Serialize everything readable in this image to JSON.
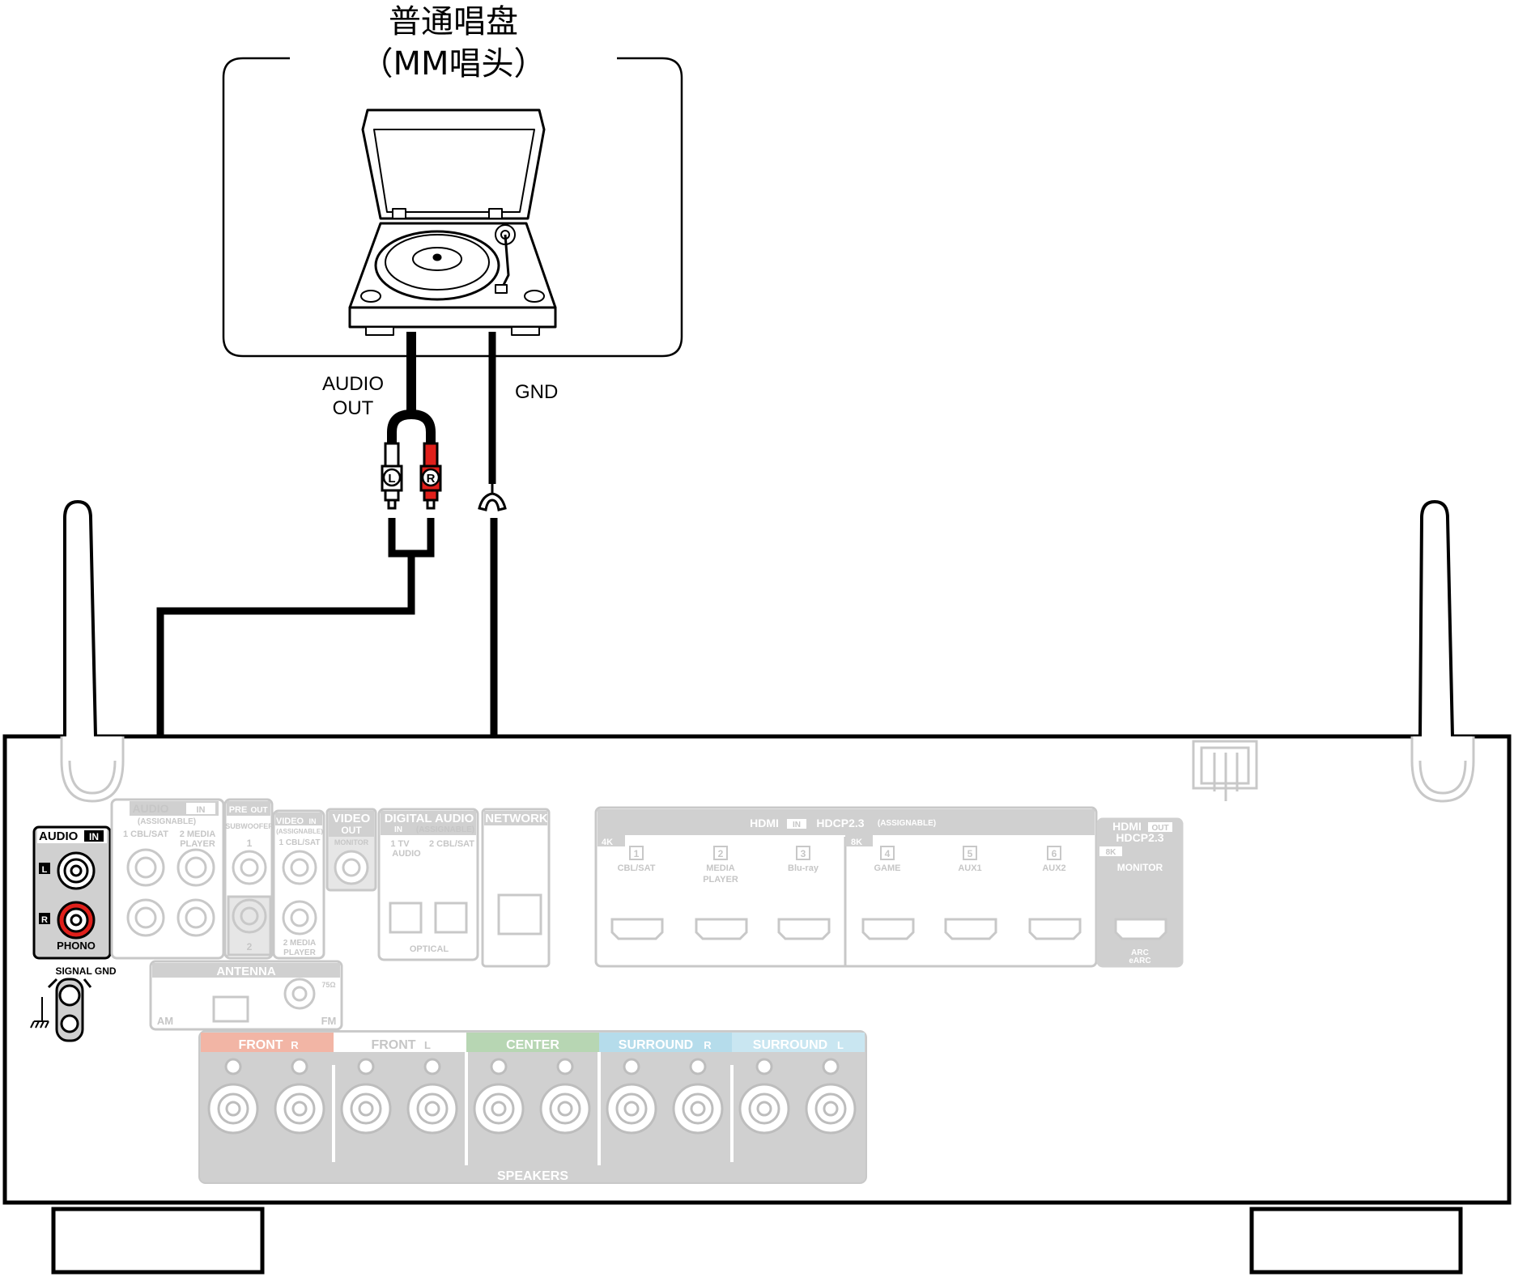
{
  "device": {
    "title_line1": "普通唱盘",
    "title_line2": "（MM唱头）"
  },
  "cables": {
    "audio_out_line1": "AUDIO",
    "audio_out_line2": "OUT",
    "gnd": "GND",
    "plug_left": "L",
    "plug_right": "R"
  },
  "receiver": {
    "audio_in_label": "AUDIO",
    "audio_in_badge": "IN",
    "phono_l": "L",
    "phono_r": "R",
    "phono_label": "PHONO",
    "signal_gnd": "SIGNAL GND",
    "audio_in_group": {
      "title": "AUDIO",
      "badge": "IN",
      "sub": "(ASSIGNABLE)",
      "item1": "1 CBL/SAT",
      "item2a": "2 MEDIA",
      "item2b": "PLAYER"
    },
    "pre_out": {
      "title": "PRE",
      "badge": "OUT",
      "sub": "SUBWOOFER",
      "n1": "1",
      "n2": "2"
    },
    "video_in": {
      "title": "VIDEO",
      "badge": "IN",
      "sub": "(ASSIGNABLE)",
      "item1": "1 CBL/SAT",
      "item2a": "2 MEDIA",
      "item2b": "PLAYER"
    },
    "video_out": {
      "title": "VIDEO",
      "badge": "OUT",
      "sub": "MONITOR"
    },
    "digital_audio": {
      "title": "DIGITAL AUDIO",
      "badge": "IN",
      "sub": "(ASSIGNABLE)",
      "item1a": "1  TV",
      "item1b": "AUDIO",
      "item2": "2 CBL/SAT",
      "optical": "OPTICAL"
    },
    "network": {
      "title": "NETWORK"
    },
    "hdmi_in": {
      "title": "HDMI",
      "badge": "IN",
      "hdcp": "HDCP2.3",
      "sub": "(ASSIGNABLE)",
      "tag_4k": "4K",
      "tag_8k": "8K",
      "ports": [
        {
          "num": "1",
          "name1": "CBL/SAT",
          "name2": ""
        },
        {
          "num": "2",
          "name1": "MEDIA",
          "name2": "PLAYER"
        },
        {
          "num": "3",
          "name1": "Blu-ray",
          "name2": ""
        },
        {
          "num": "4",
          "name1": "GAME",
          "name2": ""
        },
        {
          "num": "5",
          "name1": "AUX1",
          "name2": ""
        },
        {
          "num": "6",
          "name1": "AUX2",
          "name2": ""
        }
      ]
    },
    "hdmi_out": {
      "title": "HDMI",
      "badge": "OUT",
      "hdcp": "HDCP2.3",
      "tag_8k": "8K",
      "monitor": "MONITOR",
      "arc1": "ARC",
      "arc2": "eARC"
    },
    "antenna": {
      "title": "ANTENNA",
      "am": "AM",
      "fm": "FM",
      "ohm": "75Ω"
    },
    "speakers": {
      "title": "SPEAKERS",
      "groups": [
        {
          "label": "FRONT",
          "side": "R",
          "color": "#f2b5a5"
        },
        {
          "label": "FRONT",
          "side": "L",
          "color": "#ffffff"
        },
        {
          "label": "CENTER",
          "side": "",
          "color": "#b7d6b3"
        },
        {
          "label": "SURROUND",
          "side": "R",
          "color": "#b5dceb"
        },
        {
          "label": "SURROUND",
          "side": "L",
          "color": "#c9e6f1"
        }
      ]
    }
  },
  "colors": {
    "line": "#000000",
    "faded_panel": "#d0d0d0",
    "faded_stroke": "#c8c8c8",
    "red_plug": "#e0201b",
    "white_plug": "#ffffff"
  }
}
